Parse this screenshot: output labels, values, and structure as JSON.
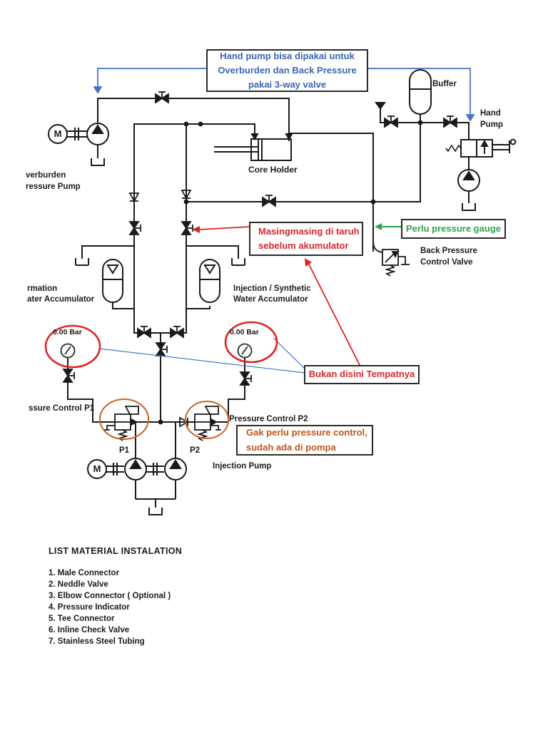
{
  "annotations": {
    "hand_pump_note": {
      "line1": "Hand pump bisa dipakai untuk",
      "line2": "Overburden dan Back Pressure",
      "line3": "pakai 3-way valve"
    },
    "accumulator_note": {
      "line1": "Masingmasing di taruh",
      "line2": "sebelum akumulator"
    },
    "gauge_note": {
      "text": "Perlu pressure gauge"
    },
    "placement_note": {
      "text": "Bukan disini Tempatnya"
    },
    "pump_control_note": {
      "line1": "Gak perlu pressure control,",
      "line2": "sudah ada di pompa"
    }
  },
  "labels": {
    "buffer": "Buffer",
    "hand_pump_line1": "Hand",
    "hand_pump_line2": "Pump",
    "overburden_line1": "verburden",
    "overburden_line2": "ressure Pump",
    "core_holder": "Core Holder",
    "back_pressure_line1": "Back Pressure",
    "back_pressure_line2": "Control Valve",
    "formation_acc_line1": "rmation",
    "formation_acc_line2": "ater Accumulator",
    "injection_acc_line1": "Injection / Synthetic",
    "injection_acc_line2": "Water Accumulator",
    "gauge_left_value": "0.00 Bar",
    "gauge_right_value": "0.00 Bar",
    "pressure_control_p1": "ssure Control P1",
    "pressure_control_p2": "Pressure Control P2",
    "p1": "P1",
    "p2": "P2",
    "injection_pump": "Injection Pump",
    "motor_letter": "M"
  },
  "material_list": {
    "title": "LIST MATERIAL INSTALATION",
    "items": [
      "1. Male Connector",
      "2. Neddle Valve",
      "3. Elbow Connector ( Optional )",
      "4. Pressure Indicator",
      "5. Tee Connector",
      "6. Inline Check Valve",
      "7. Stainless Steel Tubing"
    ]
  },
  "gauges": {
    "left": "0.00 Bar",
    "right": "0.00 Bar"
  },
  "colors": {
    "line": "#1a1a1a",
    "annotation_blue": "#3a66b5",
    "annotation_red": "#d9262c",
    "annotation_green": "#2fa34f",
    "annotation_orange": "#c0561a",
    "highlight_red": "#e02222",
    "highlight_orange": "#c9641f"
  }
}
